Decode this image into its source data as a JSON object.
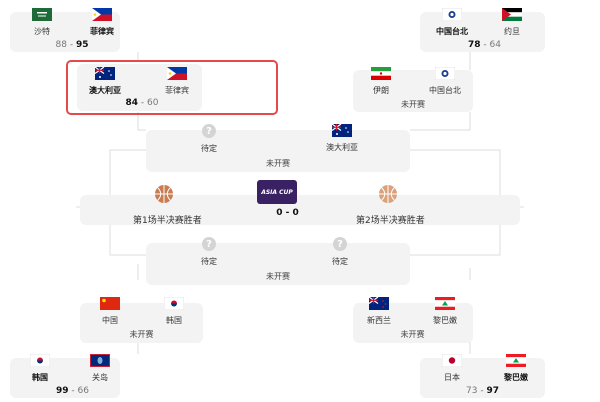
{
  "bracket": {
    "top_left": {
      "team_a": {
        "name": "沙特",
        "flag": "saudi-arabia",
        "score": "88"
      },
      "team_b": {
        "name": "菲律宾",
        "flag": "philippines",
        "score": "95"
      },
      "separator": "-"
    },
    "top_right": {
      "team_a": {
        "name": "中国台北",
        "flag": "chinese-taipei",
        "score": "78"
      },
      "team_b": {
        "name": "约旦",
        "flag": "jordan",
        "score": "64"
      },
      "separator": "-"
    },
    "qf_left": {
      "team_a": {
        "name": "澳大利亚",
        "flag": "australia",
        "score": "84"
      },
      "team_b": {
        "name": "菲律宾",
        "flag": "philippines",
        "score": "60"
      },
      "separator": "-"
    },
    "qf_right": {
      "team_a": {
        "name": "伊朗",
        "flag": "iran"
      },
      "team_b": {
        "name": "中国台北",
        "flag": "chinese-taipei"
      },
      "status": "未开赛"
    },
    "sf_top": {
      "team_a": {
        "name": "待定",
        "icon": "question-icon"
      },
      "team_b": {
        "name": "澳大利亚",
        "flag": "australia"
      },
      "status": "未开赛"
    },
    "final": {
      "team_a": {
        "name": "第1场半决赛胜者",
        "icon": "basketball-icon"
      },
      "team_b": {
        "name": "第2场半决赛胜者",
        "icon": "basketball-icon"
      },
      "score": "0 - 0",
      "logo_text": "ASIA CUP"
    },
    "sf_bottom": {
      "team_a": {
        "name": "待定",
        "icon": "question-icon"
      },
      "team_b": {
        "name": "待定",
        "icon": "question-icon"
      },
      "status": "未开赛"
    },
    "qf_bl": {
      "team_a": {
        "name": "中国",
        "flag": "china"
      },
      "team_b": {
        "name": "韩国",
        "flag": "south-korea"
      },
      "status": "未开赛"
    },
    "qf_br": {
      "team_a": {
        "name": "新西兰",
        "flag": "new-zealand"
      },
      "team_b": {
        "name": "黎巴嫩",
        "flag": "lebanon"
      },
      "status": "未开赛"
    },
    "bottom_left": {
      "team_a": {
        "name": "韩国",
        "flag": "south-korea",
        "score": "99"
      },
      "team_b": {
        "name": "关岛",
        "flag": "guam",
        "score": "66"
      },
      "separator": "-"
    },
    "bottom_right": {
      "team_a": {
        "name": "日本",
        "flag": "japan",
        "score": "73"
      },
      "team_b": {
        "name": "黎巴嫩",
        "flag": "lebanon",
        "score": "97"
      },
      "separator": "-"
    }
  },
  "colors": {
    "card": "#f3f3f3",
    "highlight": "#e34b4b",
    "line": "#dddddd"
  }
}
